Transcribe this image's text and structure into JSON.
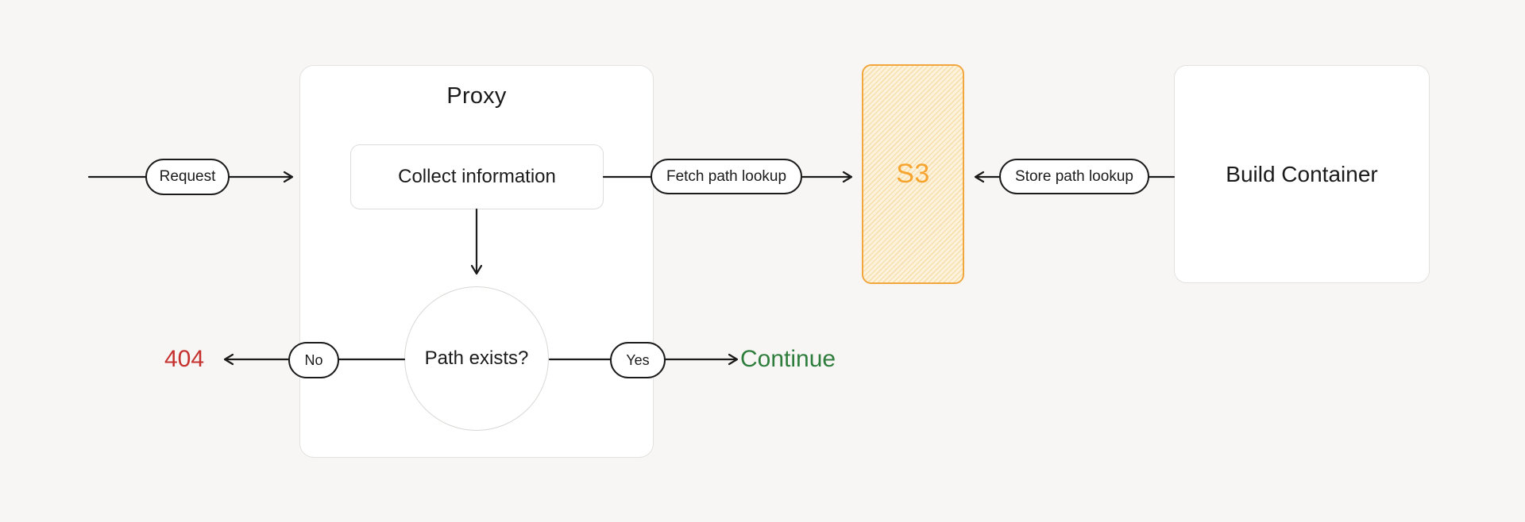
{
  "diagram": {
    "background_color": "#f7f6f4",
    "line_color": "#1b1b1b",
    "nodes": {
      "request": {
        "label": "Request"
      },
      "proxy": {
        "title": "Proxy"
      },
      "collect_information": {
        "label": "Collect information"
      },
      "fetch_path_lookup": {
        "label": "Fetch path lookup"
      },
      "s3": {
        "label": "S3",
        "accent_color": "#f6a42e",
        "border_color": "#f2a63e",
        "fill_color": "#fdf3dc",
        "hatch_color": "#f7dfae"
      },
      "store_path_lookup": {
        "label": "Store path lookup"
      },
      "build_container": {
        "label": "Build Container"
      },
      "path_exists": {
        "label": "Path exists?"
      },
      "no_branch": {
        "label": "No"
      },
      "yes_branch": {
        "label": "Yes"
      },
      "not_found": {
        "label": "404",
        "color": "#c5312e"
      },
      "continue": {
        "label": "Continue",
        "color": "#2e7d3c"
      }
    }
  }
}
